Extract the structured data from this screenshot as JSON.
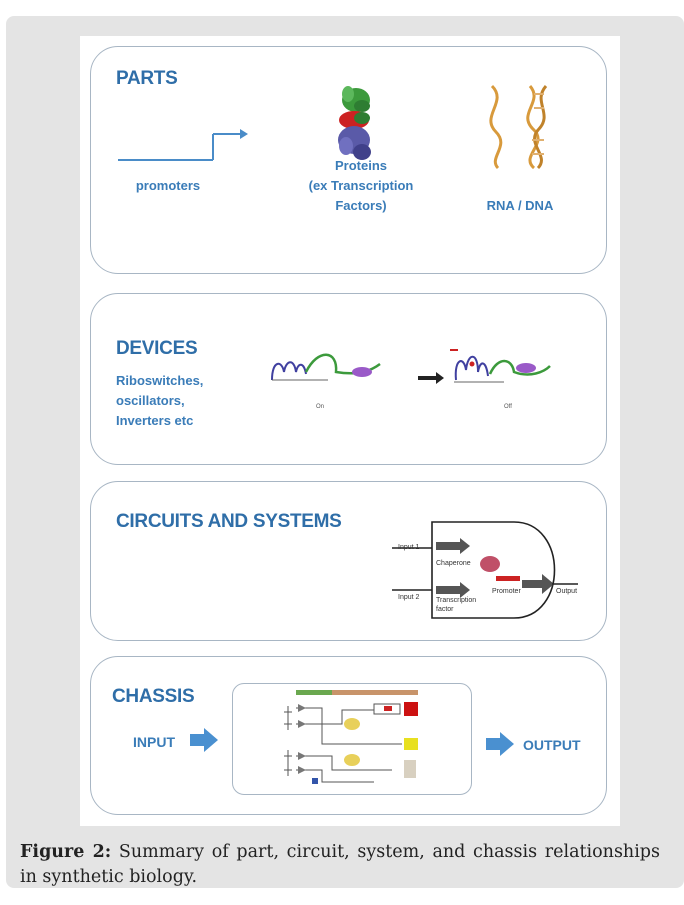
{
  "panels": {
    "parts": {
      "title": "PARTS",
      "promoters": "promoters",
      "proteins": [
        "Proteins",
        "(ex Transcription",
        "Factors)"
      ],
      "rna_dna": "RNA / DNA"
    },
    "devices": {
      "title": "DEVICES",
      "examples": [
        "Riboswitches,",
        "oscillators,",
        "Inverters etc"
      ],
      "state_on": "On",
      "state_off": "Off"
    },
    "circuits": {
      "title": "CIRCUITS AND SYSTEMS",
      "input1": "Input 1",
      "input2": "Input 2",
      "chaperone": "Chaperone",
      "transcription_factor": [
        "Transcription",
        "factor"
      ],
      "promoter": "Promoter",
      "output": "Output"
    },
    "chassis": {
      "title": "CHASSIS",
      "input": "INPUT",
      "output": "OUTPUT"
    }
  },
  "caption": {
    "label": "Figure 2:",
    "text": " Summary of part, circuit, system, and chassis relationships in synthetic biology."
  },
  "colors": {
    "panel_border": "#a8b6c4",
    "title": "#2f6ea8",
    "arrow": "#4a90d0",
    "protein_green": "#3c9a3c",
    "protein_purple": "#5a5aa8",
    "protein_red": "#cc2222",
    "dna_orange": "#d89a3c"
  }
}
